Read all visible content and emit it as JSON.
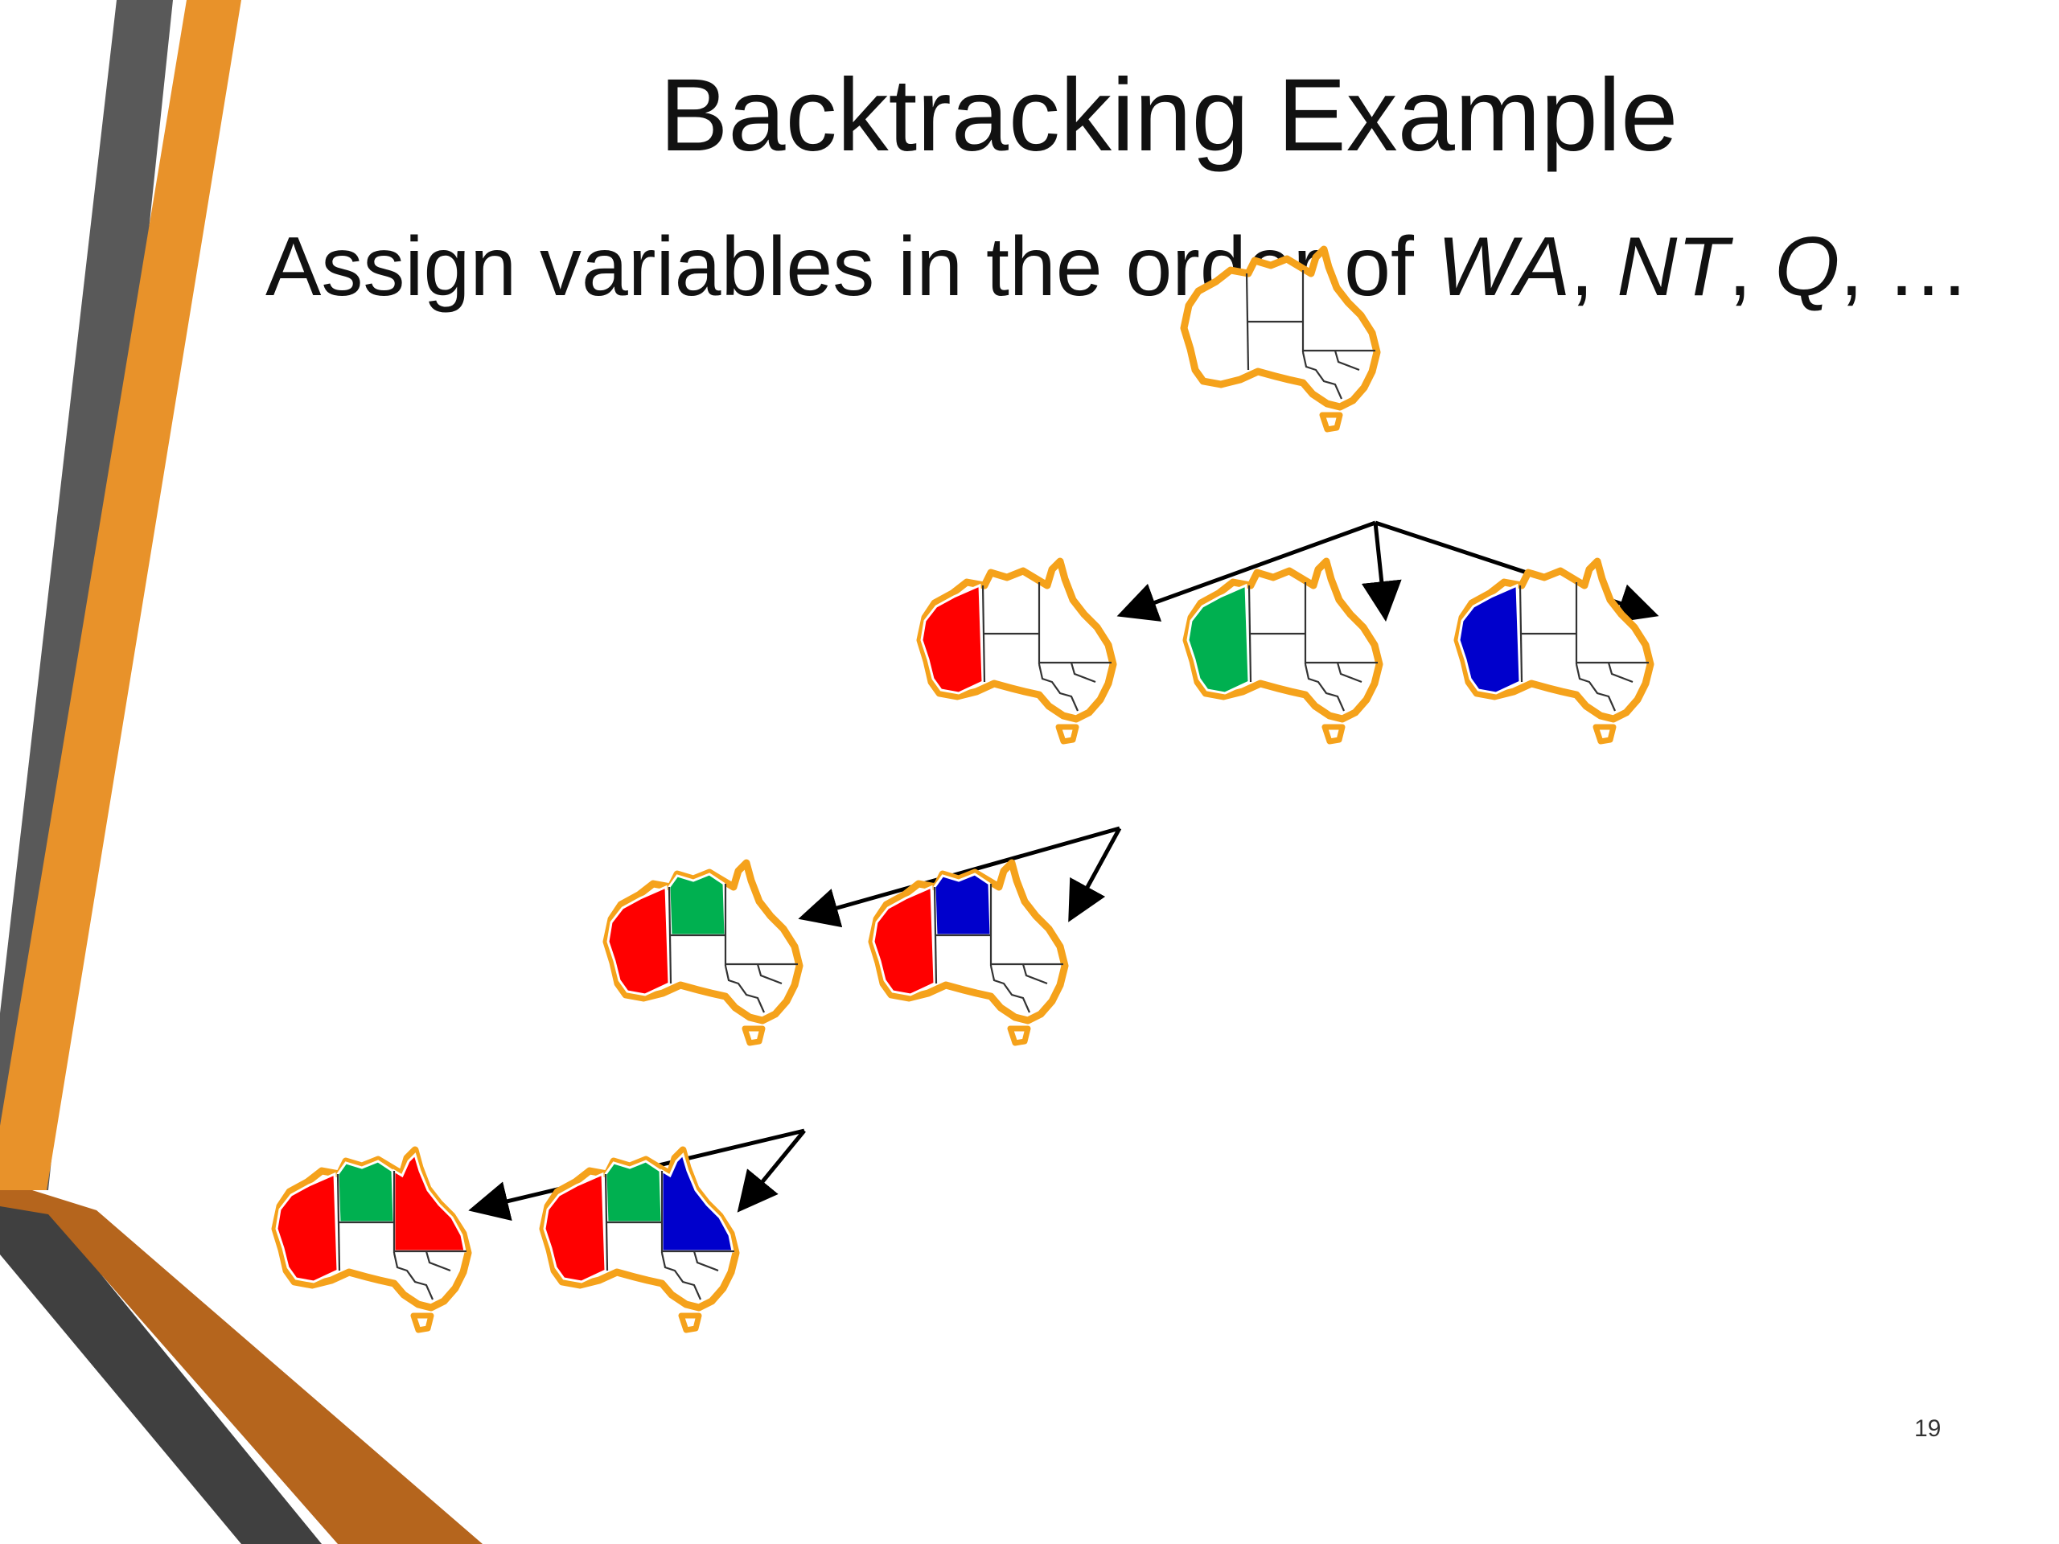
{
  "slide": {
    "title": "Backtracking Example",
    "subtitle_prefix": "Assign variables in the order of ",
    "subtitle_vars": [
      "WA",
      "NT",
      "Q"
    ],
    "subtitle_sep": ", ",
    "subtitle_suffix": ", …",
    "page_number": "19"
  },
  "colors": {
    "red": "#ff0000",
    "green": "#00b050",
    "blue": "#0000cc",
    "outline": "#f5a21b",
    "orange_stripe": "#e8922a",
    "dark_stripe": "#555555",
    "brown_stripe": "#b5651d"
  },
  "tree": {
    "nodes": [
      {
        "id": "root",
        "WA": null,
        "NT": null,
        "Q": null
      },
      {
        "id": "wa-red",
        "WA": "red",
        "NT": null,
        "Q": null
      },
      {
        "id": "wa-green",
        "WA": "green",
        "NT": null,
        "Q": null
      },
      {
        "id": "wa-blue",
        "WA": "blue",
        "NT": null,
        "Q": null
      },
      {
        "id": "wa-red-nt-green",
        "WA": "red",
        "NT": "green",
        "Q": null
      },
      {
        "id": "wa-red-nt-blue",
        "WA": "red",
        "NT": "blue",
        "Q": null
      },
      {
        "id": "wa-red-nt-green-q-red",
        "WA": "red",
        "NT": "green",
        "Q": "red"
      },
      {
        "id": "wa-red-nt-green-q-blue",
        "WA": "red",
        "NT": "green",
        "Q": "blue"
      }
    ],
    "edges": [
      [
        "root",
        "wa-red"
      ],
      [
        "root",
        "wa-green"
      ],
      [
        "root",
        "wa-blue"
      ],
      [
        "wa-red",
        "wa-red-nt-green"
      ],
      [
        "wa-red",
        "wa-red-nt-blue"
      ],
      [
        "wa-red-nt-green",
        "wa-red-nt-green-q-red"
      ],
      [
        "wa-red-nt-green",
        "wa-red-nt-green-q-blue"
      ]
    ]
  }
}
